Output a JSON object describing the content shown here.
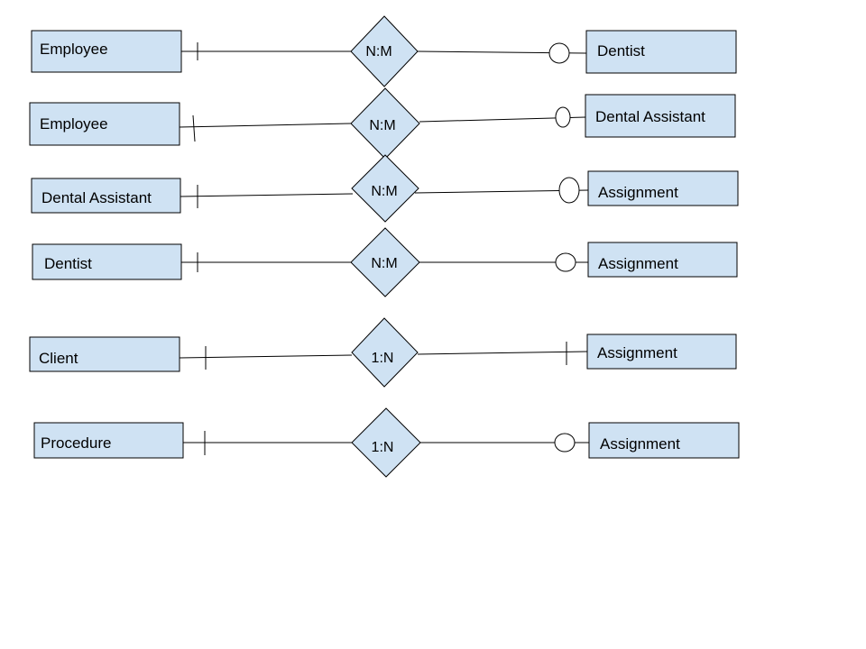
{
  "colors": {
    "fill": "#cfe2f3",
    "stroke": "#000000"
  },
  "relationships": [
    {
      "left": "Employee",
      "cardinality": "N:M",
      "right": "Dentist",
      "left_end": "bar",
      "right_end": "circle"
    },
    {
      "left": "Employee",
      "cardinality": "N:M",
      "right": "Dental Assistant",
      "left_end": "bar",
      "right_end": "circle"
    },
    {
      "left": "Dental Assistant",
      "cardinality": "N:M",
      "right": "Assignment",
      "left_end": "bar",
      "right_end": "circle"
    },
    {
      "left": "Dentist",
      "cardinality": "N:M",
      "right": "Assignment",
      "left_end": "bar",
      "right_end": "circle"
    },
    {
      "left": "Client",
      "cardinality": "1:N",
      "right": "Assignment",
      "left_end": "bar",
      "right_end": "bar"
    },
    {
      "left": "Procedure",
      "cardinality": "1:N",
      "right": "Assignment",
      "left_end": "bar",
      "right_end": "circle"
    }
  ]
}
